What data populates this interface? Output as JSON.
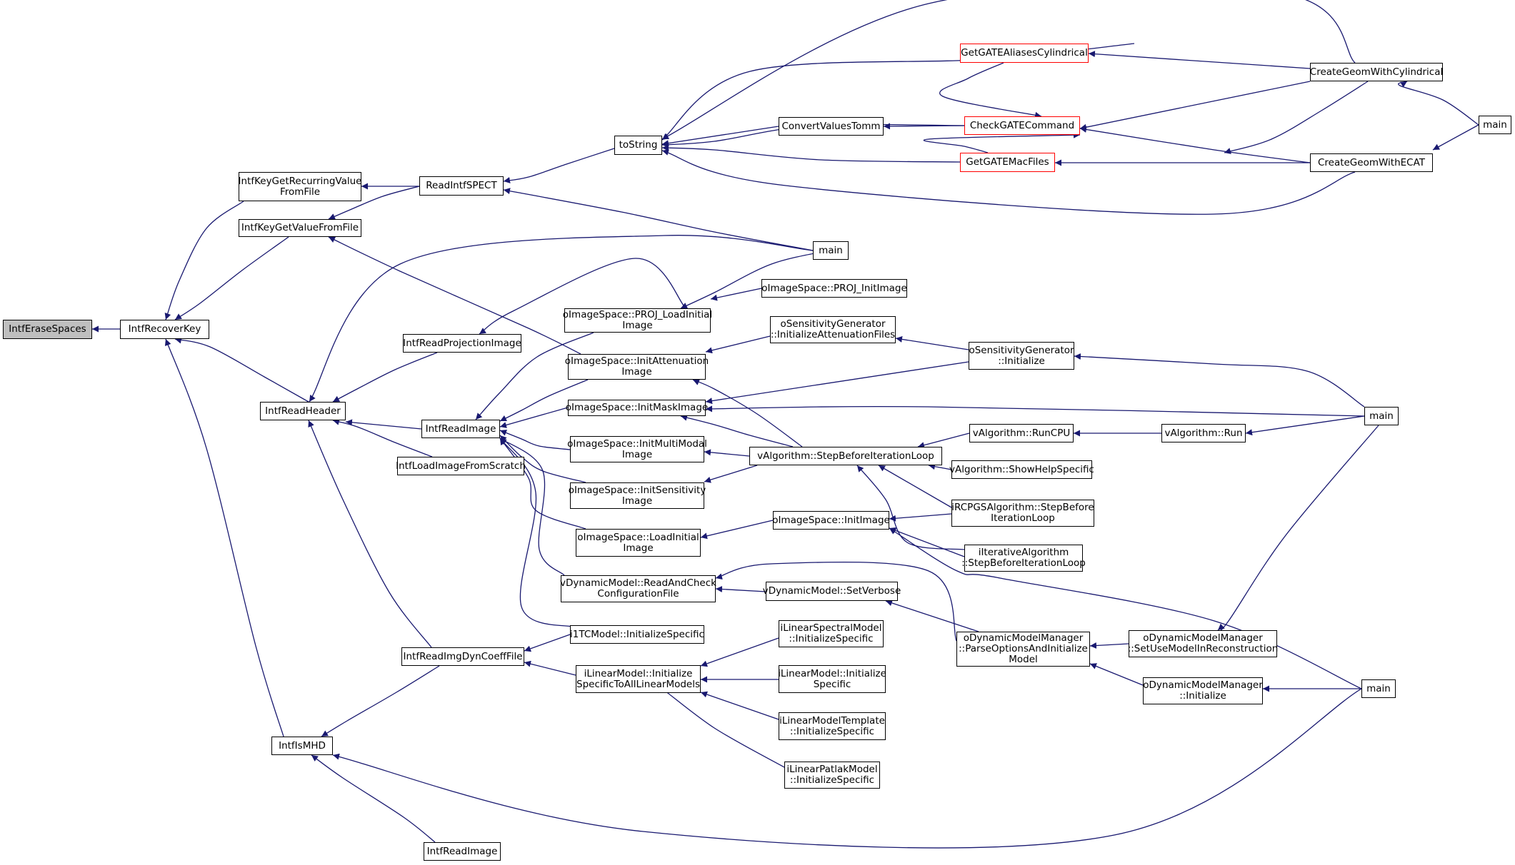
{
  "colors": {
    "edge": "#191970",
    "node_border": "#000000",
    "highlight_border": "#ff0000",
    "root_fill": "#bfbfbf"
  },
  "nodes": [
    {
      "id": "n1",
      "lines": [
        "IntfEraseSpaces"
      ],
      "style": "root"
    },
    {
      "id": "n2",
      "lines": [
        "IntfRecoverKey"
      ]
    },
    {
      "id": "n3",
      "lines": [
        "IntfKeyGetRecurringValue",
        "FromFile"
      ]
    },
    {
      "id": "n4",
      "lines": [
        "IntfKeyGetValueFromFile"
      ]
    },
    {
      "id": "n5",
      "lines": [
        "IntfReadHeader"
      ]
    },
    {
      "id": "n6",
      "lines": [
        "IntfIsMHD"
      ]
    },
    {
      "id": "n7",
      "lines": [
        "ReadIntfSPECT"
      ]
    },
    {
      "id": "n8",
      "lines": [
        "IntfReadProjectionImage"
      ]
    },
    {
      "id": "n9",
      "lines": [
        "IntfReadImage"
      ]
    },
    {
      "id": "n10",
      "lines": [
        "IntfLoadImageFromScratch"
      ]
    },
    {
      "id": "n11",
      "lines": [
        "IntfReadImgDynCoeffFile"
      ]
    },
    {
      "id": "n12",
      "lines": [
        "IntfReadImage"
      ]
    },
    {
      "id": "n13",
      "lines": [
        "toString"
      ]
    },
    {
      "id": "n14",
      "lines": [
        "main"
      ]
    },
    {
      "id": "n15",
      "lines": [
        "oImageSpace::PROJ_LoadInitial",
        "Image"
      ]
    },
    {
      "id": "n16",
      "lines": [
        "oImageSpace::InitAttenuation",
        "Image"
      ]
    },
    {
      "id": "n17",
      "lines": [
        "oImageSpace::InitMaskImage"
      ]
    },
    {
      "id": "n18",
      "lines": [
        "oImageSpace::InitMultiModal",
        "Image"
      ]
    },
    {
      "id": "n19",
      "lines": [
        "oImageSpace::InitSensitivity",
        "Image"
      ]
    },
    {
      "id": "n20",
      "lines": [
        "oImageSpace::LoadInitial",
        "Image"
      ]
    },
    {
      "id": "n21",
      "lines": [
        "vDynamicModel::ReadAndCheck",
        "ConfigurationFile"
      ]
    },
    {
      "id": "n22",
      "lines": [
        "i1TCModel::InitializeSpecific"
      ]
    },
    {
      "id": "n23",
      "lines": [
        "iLinearModel::Initialize",
        "SpecificToAllLinearModels"
      ]
    },
    {
      "id": "n24",
      "lines": [
        "ConvertValuesTomm"
      ]
    },
    {
      "id": "n25",
      "lines": [
        "oImageSpace::PROJ_InitImage"
      ]
    },
    {
      "id": "n26",
      "lines": [
        "oSensitivityGenerator",
        "::InitializeAttenuationFiles"
      ]
    },
    {
      "id": "n27",
      "lines": [
        "vAlgorithm::StepBeforeIterationLoop"
      ]
    },
    {
      "id": "n28",
      "lines": [
        "oImageSpace::InitImage"
      ]
    },
    {
      "id": "n29",
      "lines": [
        "vDynamicModel::SetVerbose"
      ]
    },
    {
      "id": "n30",
      "lines": [
        "iLinearSpectralModel",
        "::InitializeSpecific"
      ]
    },
    {
      "id": "n31",
      "lines": [
        "iLinearModel::Initialize",
        "Specific"
      ]
    },
    {
      "id": "n32",
      "lines": [
        "iLinearModelTemplate",
        "::InitializeSpecific"
      ]
    },
    {
      "id": "n33",
      "lines": [
        "iLinearPatlakModel",
        "::InitializeSpecific"
      ]
    },
    {
      "id": "n34",
      "lines": [
        "CheckGATECommand"
      ],
      "style": "red"
    },
    {
      "id": "n35",
      "lines": [
        "GetGATEAliasesCylindrical"
      ],
      "style": "red"
    },
    {
      "id": "n36",
      "lines": [
        "GetGATEMacFiles"
      ],
      "style": "red"
    },
    {
      "id": "n37",
      "lines": [
        "oSensitivityGenerator",
        "::Initialize"
      ]
    },
    {
      "id": "n38",
      "lines": [
        "vAlgorithm::RunCPU"
      ]
    },
    {
      "id": "n39",
      "lines": [
        "vAlgorithm::ShowHelpSpecific"
      ]
    },
    {
      "id": "n40",
      "lines": [
        "iRCPGSAlgorithm::StepBefore",
        "IterationLoop"
      ]
    },
    {
      "id": "n41",
      "lines": [
        "iIterativeAlgorithm",
        "::StepBeforeIterationLoop"
      ]
    },
    {
      "id": "n42",
      "lines": [
        "oDynamicModelManager",
        "::ParseOptionsAndInitialize",
        "Model"
      ]
    },
    {
      "id": "n43",
      "lines": [
        "CreateGeomWithCylindrical"
      ]
    },
    {
      "id": "n44",
      "lines": [
        "CreateGeomWithECAT"
      ]
    },
    {
      "id": "n45",
      "lines": [
        "vAlgorithm::Run"
      ]
    },
    {
      "id": "n46",
      "lines": [
        "oDynamicModelManager",
        "::SetUseModelInReconstruction"
      ]
    },
    {
      "id": "n47",
      "lines": [
        "oDynamicModelManager",
        "::Initialize"
      ]
    },
    {
      "id": "n48",
      "lines": [
        "main"
      ]
    },
    {
      "id": "n49",
      "lines": [
        "main"
      ]
    },
    {
      "id": "n50",
      "lines": [
        "main"
      ]
    }
  ],
  "edges": [
    [
      "n2",
      "n1"
    ],
    [
      "n3",
      "n2"
    ],
    [
      "n4",
      "n2"
    ],
    [
      "n5",
      "n2"
    ],
    [
      "n6",
      "n2"
    ],
    [
      "n7",
      "n3"
    ],
    [
      "n7",
      "n4"
    ],
    [
      "n14",
      "n7"
    ],
    [
      "n16",
      "n4"
    ],
    [
      "n14",
      "n5"
    ],
    [
      "n8",
      "n5"
    ],
    [
      "n9",
      "n5"
    ],
    [
      "n10",
      "n5"
    ],
    [
      "n11",
      "n5"
    ],
    [
      "n11",
      "n6"
    ],
    [
      "n12",
      "n6"
    ],
    [
      "n50",
      "n6"
    ],
    [
      "n13",
      "n7"
    ],
    [
      "n15",
      "n8"
    ],
    [
      "n15",
      "n9"
    ],
    [
      "n16",
      "n9"
    ],
    [
      "n17",
      "n9"
    ],
    [
      "n18",
      "n9"
    ],
    [
      "n19",
      "n9"
    ],
    [
      "n20",
      "n9"
    ],
    [
      "n21",
      "n9"
    ],
    [
      "n22",
      "n9"
    ],
    [
      "n22",
      "n11"
    ],
    [
      "n23",
      "n11"
    ],
    [
      "n24",
      "n13"
    ],
    [
      "n34",
      "n13"
    ],
    [
      "n35",
      "n13"
    ],
    [
      "n36",
      "n13"
    ],
    [
      "n43",
      "n13"
    ],
    [
      "n44",
      "n13"
    ],
    [
      "n14",
      "n15"
    ],
    [
      "n25",
      "n15"
    ],
    [
      "n26",
      "n16"
    ],
    [
      "n27",
      "n16"
    ],
    [
      "n27",
      "n17"
    ],
    [
      "n37",
      "n17"
    ],
    [
      "n49",
      "n17"
    ],
    [
      "n27",
      "n18"
    ],
    [
      "n27",
      "n19"
    ],
    [
      "n28",
      "n20"
    ],
    [
      "n29",
      "n21"
    ],
    [
      "n42",
      "n21"
    ],
    [
      "n30",
      "n23"
    ],
    [
      "n31",
      "n23"
    ],
    [
      "n32",
      "n23"
    ],
    [
      "n33",
      "n23"
    ],
    [
      "n34",
      "n24"
    ],
    [
      "n37",
      "n26"
    ],
    [
      "n38",
      "n27"
    ],
    [
      "n39",
      "n27"
    ],
    [
      "n40",
      "n27"
    ],
    [
      "n41",
      "n27"
    ],
    [
      "n40",
      "n28"
    ],
    [
      "n41",
      "n28"
    ],
    [
      "n50",
      "n28"
    ],
    [
      "n42",
      "n29"
    ],
    [
      "n35",
      "n34"
    ],
    [
      "n36",
      "n34"
    ],
    [
      "n43",
      "n34"
    ],
    [
      "n44",
      "n34"
    ],
    [
      "n43",
      "n35"
    ],
    [
      "n44",
      "n36"
    ],
    [
      "n43",
      "n36"
    ],
    [
      "n49",
      "n37"
    ],
    [
      "n45",
      "n38"
    ],
    [
      "n49",
      "n45"
    ],
    [
      "n46",
      "n42"
    ],
    [
      "n47",
      "n42"
    ],
    [
      "n48",
      "n43"
    ],
    [
      "n48",
      "n44"
    ],
    [
      "n49",
      "n46"
    ],
    [
      "n50",
      "n47"
    ]
  ]
}
